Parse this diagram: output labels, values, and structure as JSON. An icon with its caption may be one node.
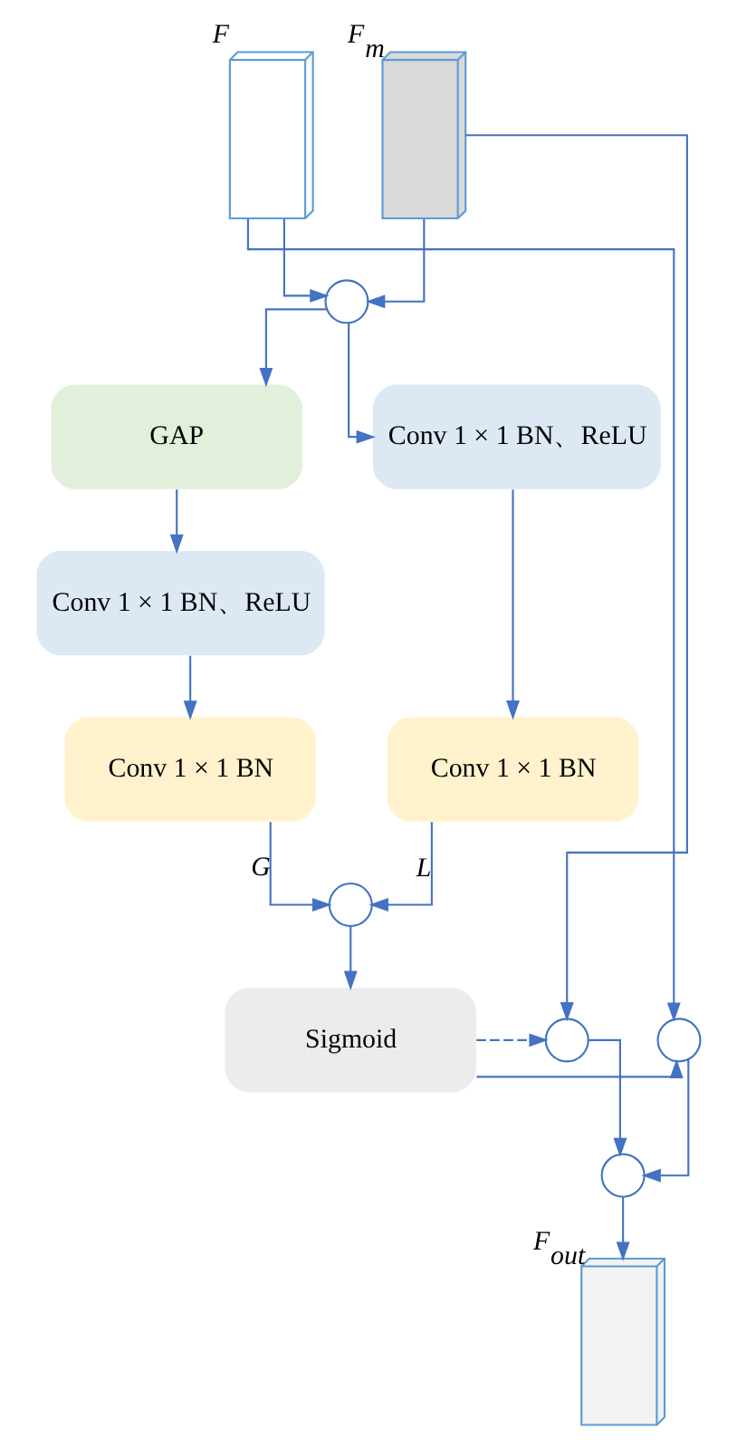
{
  "diagram": {
    "nodes": [
      {
        "text": [
          "F"
        ]
      },
      {
        "text": [
          "F$_{m}$"
        ]
      },
      {
        "text": [],
        "shape": "circle"
      },
      {
        "text": [
          "GAP"
        ]
      },
      {
        "text": [
          "Conv 1 × 1 BN、ReLU"
        ]
      },
      {
        "text": [
          "Conv 1 × 1 BN、ReLU"
        ]
      },
      {
        "text": [
          "Conv 1 × 1 BN"
        ]
      },
      {
        "text": [
          "Conv 1 × 1 BN"
        ]
      },
      {
        "text": [],
        "shape": "circle"
      },
      {
        "text": [
          "Sigmoid"
        ]
      },
      {
        "text": [],
        "shape": "circle"
      },
      {
        "text": [],
        "shape": "circle"
      },
      {
        "text": [],
        "shape": "circle"
      },
      {
        "text": [
          "F$_{out}$"
        ]
      }
    ],
    "edges": [
      {
        "from": 0,
        "to": 2,
        "arrow": "to"
      },
      {
        "from": 1,
        "to": 2,
        "arrow": "to"
      },
      {
        "from": 2,
        "to": 3,
        "arrow": "to"
      },
      {
        "from": 2,
        "to": 5,
        "arrow": "to"
      },
      {
        "from": 3,
        "to": 4,
        "arrow": "to"
      },
      {
        "from": 4,
        "to": 6,
        "arrow": "to"
      },
      {
        "from": 5,
        "to": 7,
        "arrow": "to"
      },
      {
        "from": 6,
        "to": 8,
        "arrow": "to",
        "label": "G"
      },
      {
        "from": 7,
        "to": 8,
        "arrow": "to",
        "label": "L"
      },
      {
        "from": 8,
        "to": 9,
        "arrow": "to"
      },
      {
        "from": 0,
        "to": 10,
        "arrow": "to"
      },
      {
        "from": 9,
        "to": 10,
        "arrow": "to"
      },
      {
        "from": 9,
        "to": 11,
        "arrow": "to",
        "style": "dashed"
      },
      {
        "from": 1,
        "to": 11,
        "arrow": "to"
      },
      {
        "from": 10,
        "to": 12,
        "arrow": "to"
      },
      {
        "from": 11,
        "to": 12,
        "arrow": "to"
      },
      {
        "from": 12,
        "to": 13,
        "arrow": "to"
      }
    ]
  }
}
